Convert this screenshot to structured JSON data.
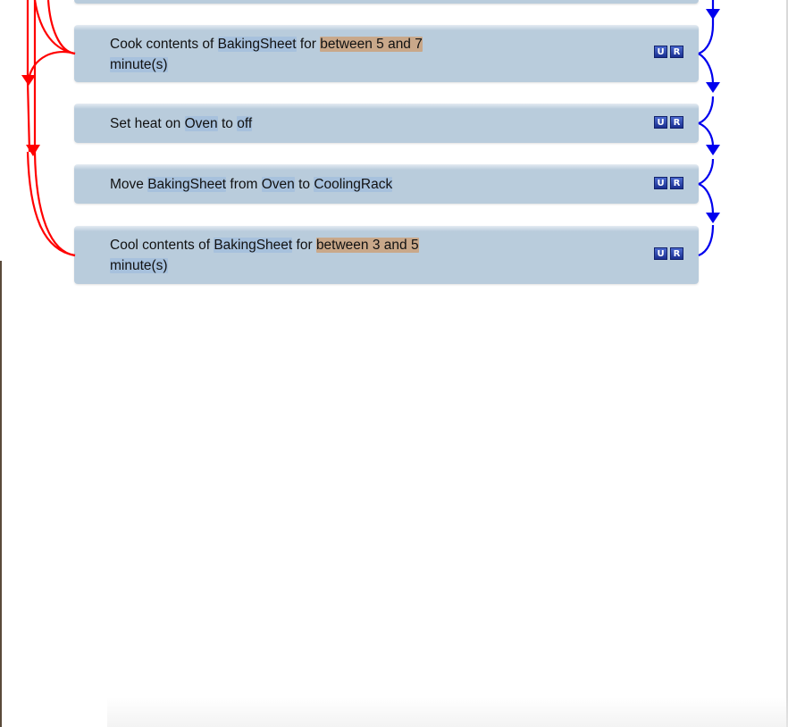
{
  "steps": [
    {
      "id": "cook",
      "parts": [
        "Cook contents of ",
        "BakingSheet",
        " for ",
        "between 5 and 7",
        " ",
        "minute(s)"
      ],
      "buttons": {
        "u": "U",
        "r": "R"
      }
    },
    {
      "id": "heat-off",
      "parts": [
        "Set heat on ",
        "Oven",
        " to ",
        "off"
      ],
      "buttons": {
        "u": "U",
        "r": "R"
      }
    },
    {
      "id": "move",
      "parts": [
        "Move ",
        "BakingSheet",
        " from ",
        "Oven",
        " to ",
        "CoolingRack"
      ],
      "buttons": {
        "u": "U",
        "r": "R"
      }
    },
    {
      "id": "cool",
      "parts": [
        "Cool contents of ",
        "BakingSheet",
        " for ",
        "between 3 and 5",
        " ",
        "minute(s)"
      ],
      "buttons": {
        "u": "U",
        "r": "R"
      }
    }
  ],
  "colors": {
    "card": "#b9ccdc",
    "object_token": "#a7c1dd",
    "duration_token": "#c9a88a",
    "dependency_edge": "#ff0000",
    "sequence_edge": "#0000ee",
    "button": "#2a44b0"
  }
}
